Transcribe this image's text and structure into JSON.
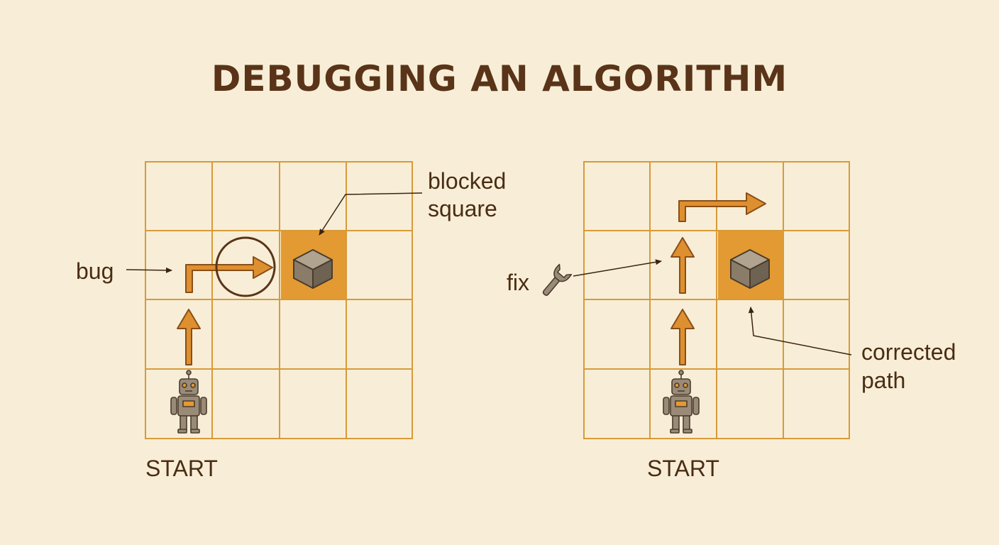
{
  "title": "DEBUGGING AN ALGORITHM",
  "colors": {
    "background": "#f8eed8",
    "grid": "#d89a38",
    "arrow": "#de9030",
    "arrow_outline": "#8a4e16",
    "blocked": "#e39a32",
    "text": "#4a2c14",
    "robot": "#9a8a78"
  },
  "left_panel": {
    "bug_label": "bug",
    "blocked_label_line1": "blocked",
    "blocked_label_line2": "square",
    "start_label": "START"
  },
  "right_panel": {
    "fix_label": "fix",
    "corrected_label_line1": "corrected",
    "corrected_label_line2": "path",
    "start_label": "START"
  },
  "icons": [
    "robot-icon",
    "cube-icon",
    "wrench-icon",
    "error-circle"
  ]
}
